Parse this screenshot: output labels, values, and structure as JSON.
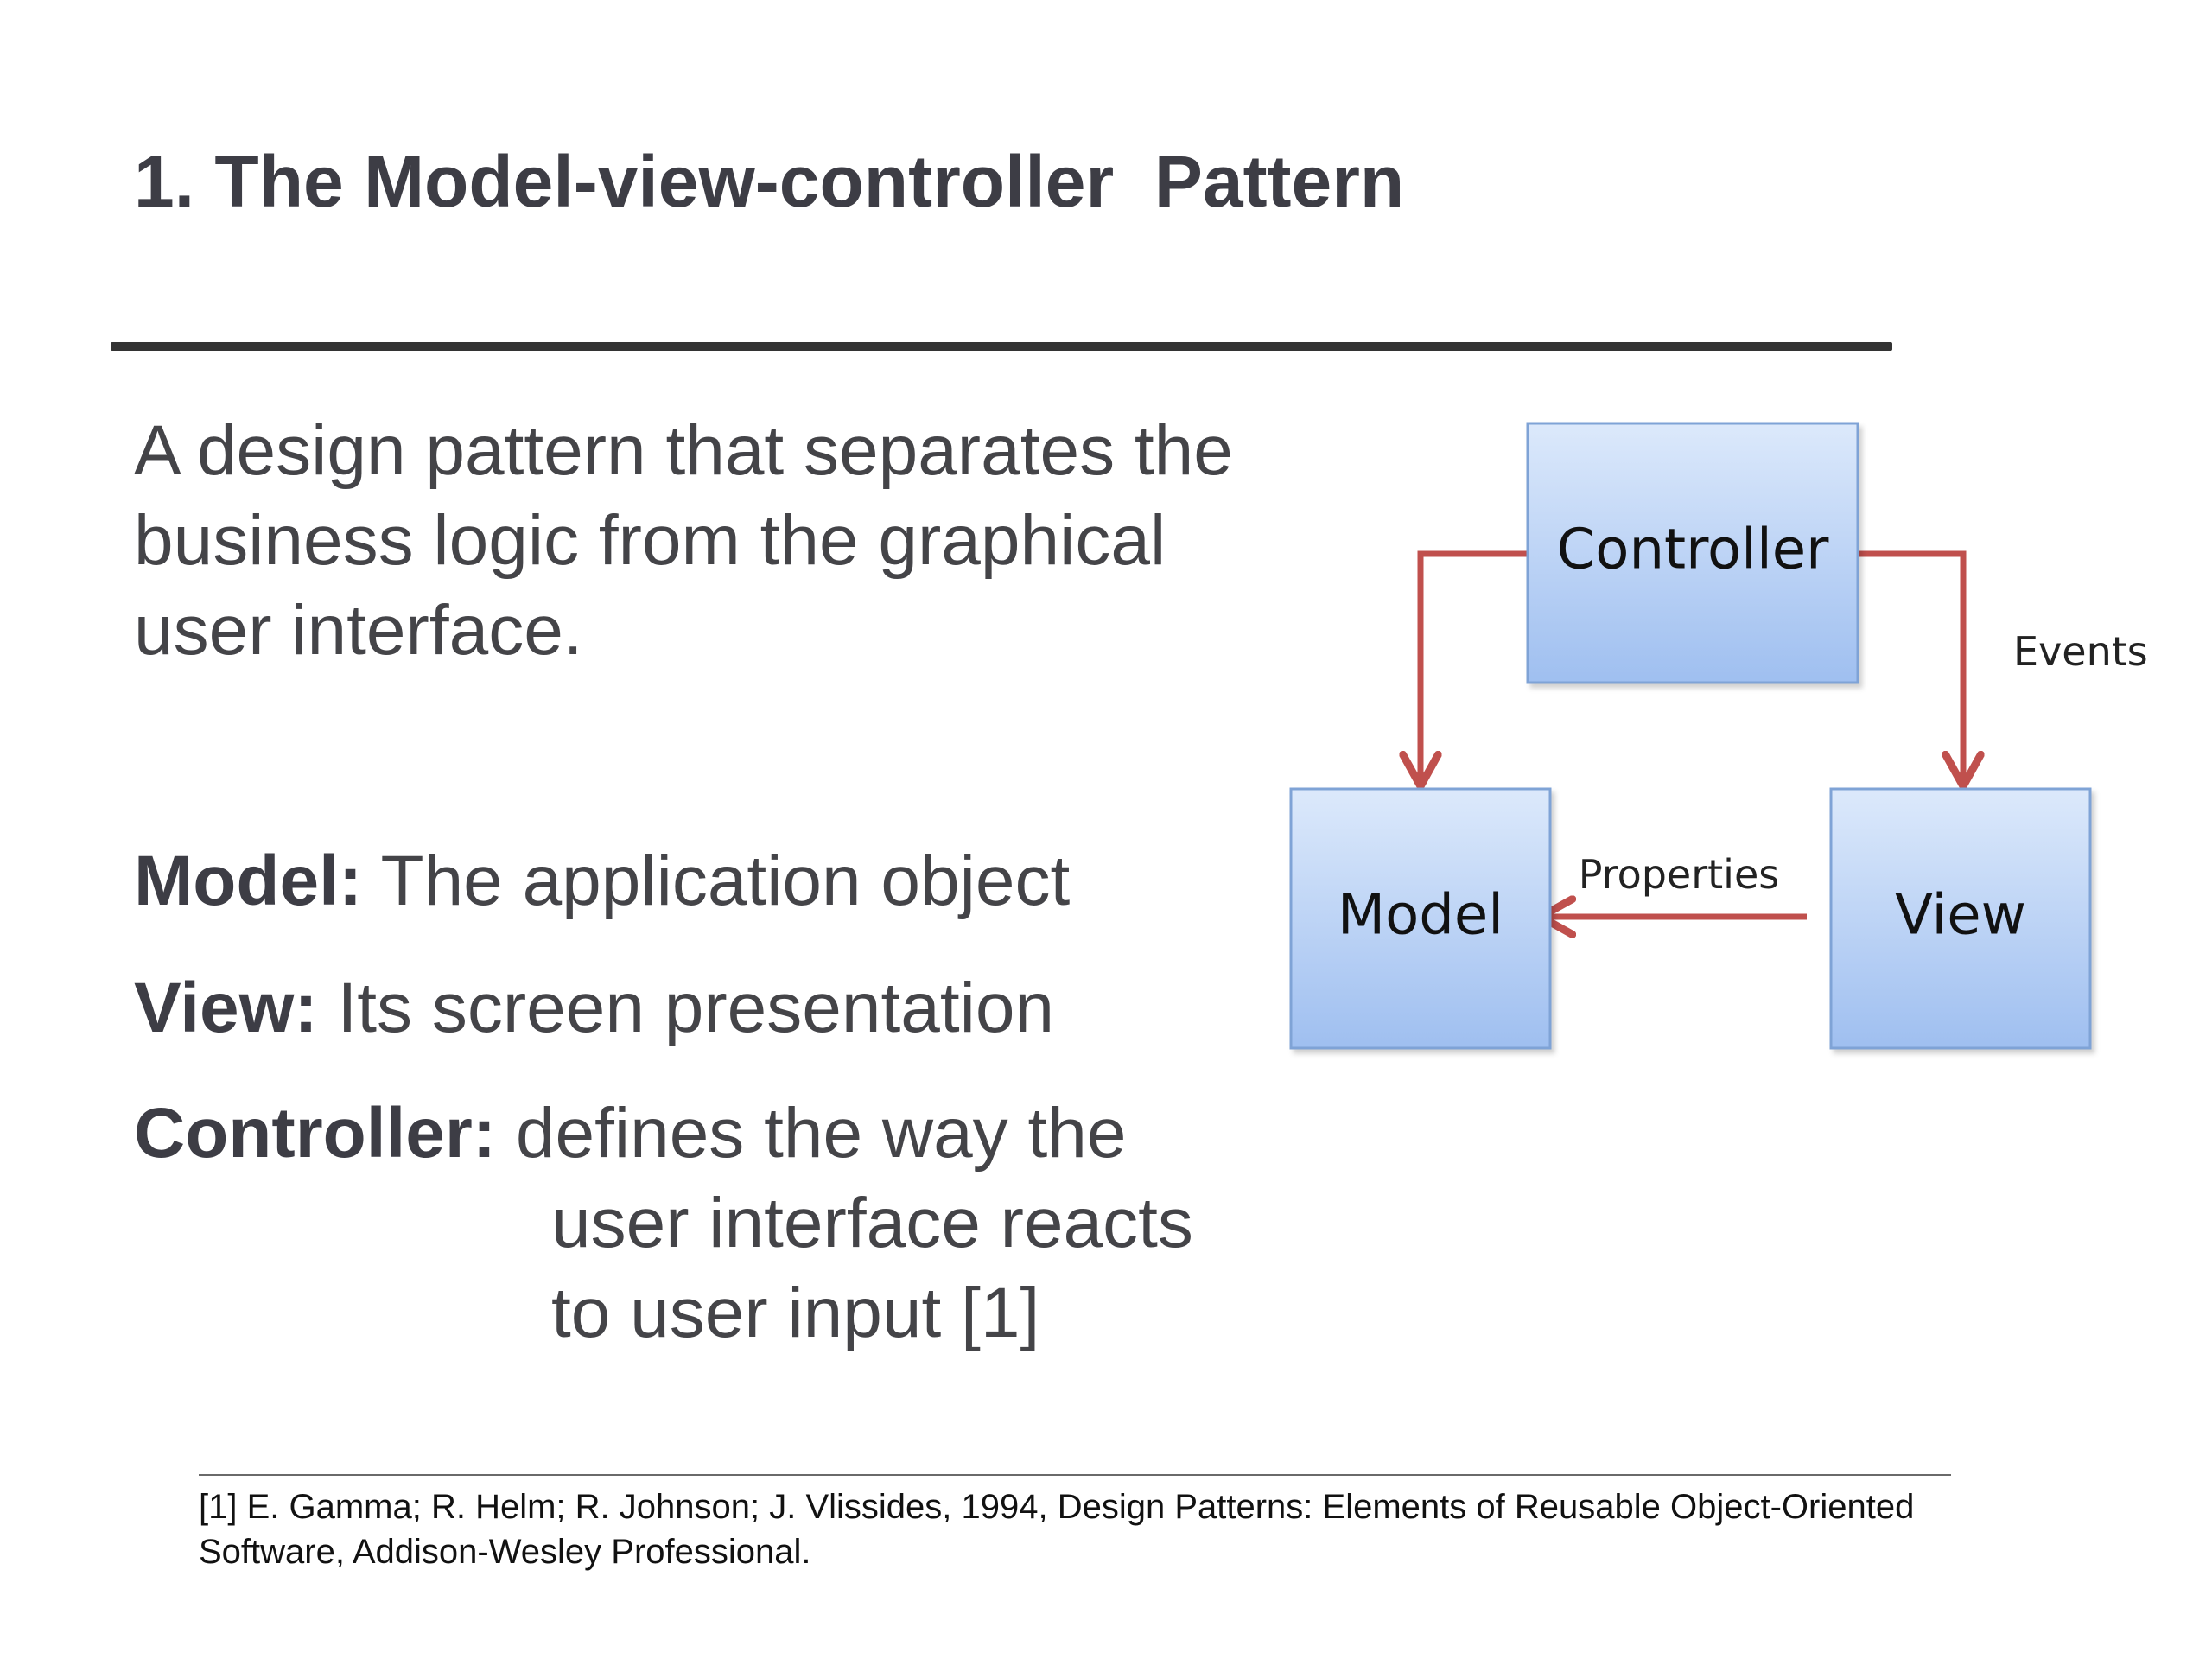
{
  "slide": {
    "title": "1. The Model-view-controller  Pattern",
    "intro": "A design pattern that separates the business logic from the graphical user interface.",
    "definitions": [
      {
        "term": "Model:",
        "text": " The application object"
      },
      {
        "term": "View:",
        "text": " Its screen presentation"
      },
      {
        "term": "Controller:",
        "text": " defines the way the",
        "continuation": [
          "user interface reacts",
          "to user input [1]"
        ]
      }
    ],
    "footnote": "[1] E. Gamma; R. Helm; R. Johnson; J. Vlissides, 1994, Design Patterns: Elements of Reusable Object-Oriented Software, Addison-Wesley Professional."
  },
  "diagram": {
    "nodes": {
      "controller": "Controller",
      "model": "Model",
      "view": "View"
    },
    "edges": {
      "events": "Events",
      "properties": "Properties"
    },
    "colors": {
      "box_top": "#dce9fb",
      "box_bottom": "#9fbff0",
      "box_border": "#7fa3d6",
      "arrow": "#c0504d"
    }
  }
}
